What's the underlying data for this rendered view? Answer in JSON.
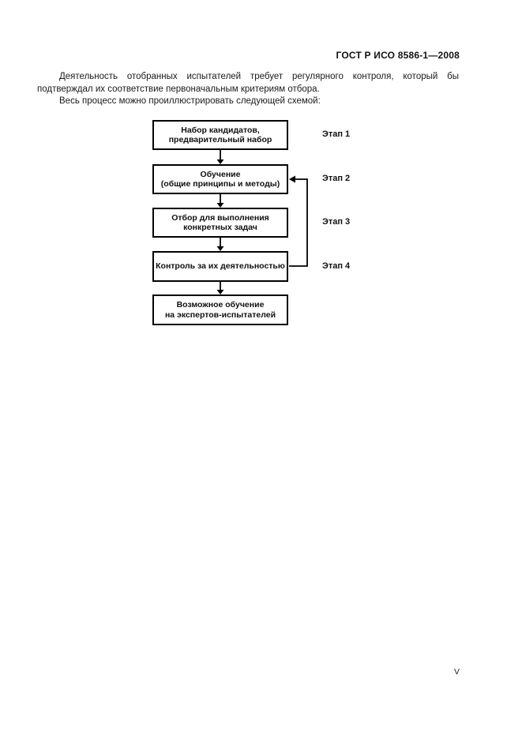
{
  "page": {
    "header": "ГОСТ Р ИСО 8586-1—2008",
    "paragraphs": [
      "Деятельность отобранных испытателей требует регулярного контроля, который бы подтверждал их соответствие первоначальным критериям отбора.",
      "Весь процесс можно проиллюстрировать следующей схемой:"
    ],
    "page_number": "V"
  },
  "flowchart": {
    "boxes": [
      {
        "label": "Набор кандидатов,\nпредварительный набор",
        "stage": "Этап 1"
      },
      {
        "label": "Обучение\n(общие принципы и методы)",
        "stage": "Этап 2"
      },
      {
        "label": "Отбор для выполнения\nконкретных задач",
        "stage": "Этап 3"
      },
      {
        "label": "Контроль за их деятельностью",
        "stage": "Этап 4"
      },
      {
        "label": "Возможное обучение\nна экспертов-испытателей",
        "stage": ""
      }
    ],
    "colors": {
      "line": "#000000",
      "background": "#ffffff"
    }
  }
}
